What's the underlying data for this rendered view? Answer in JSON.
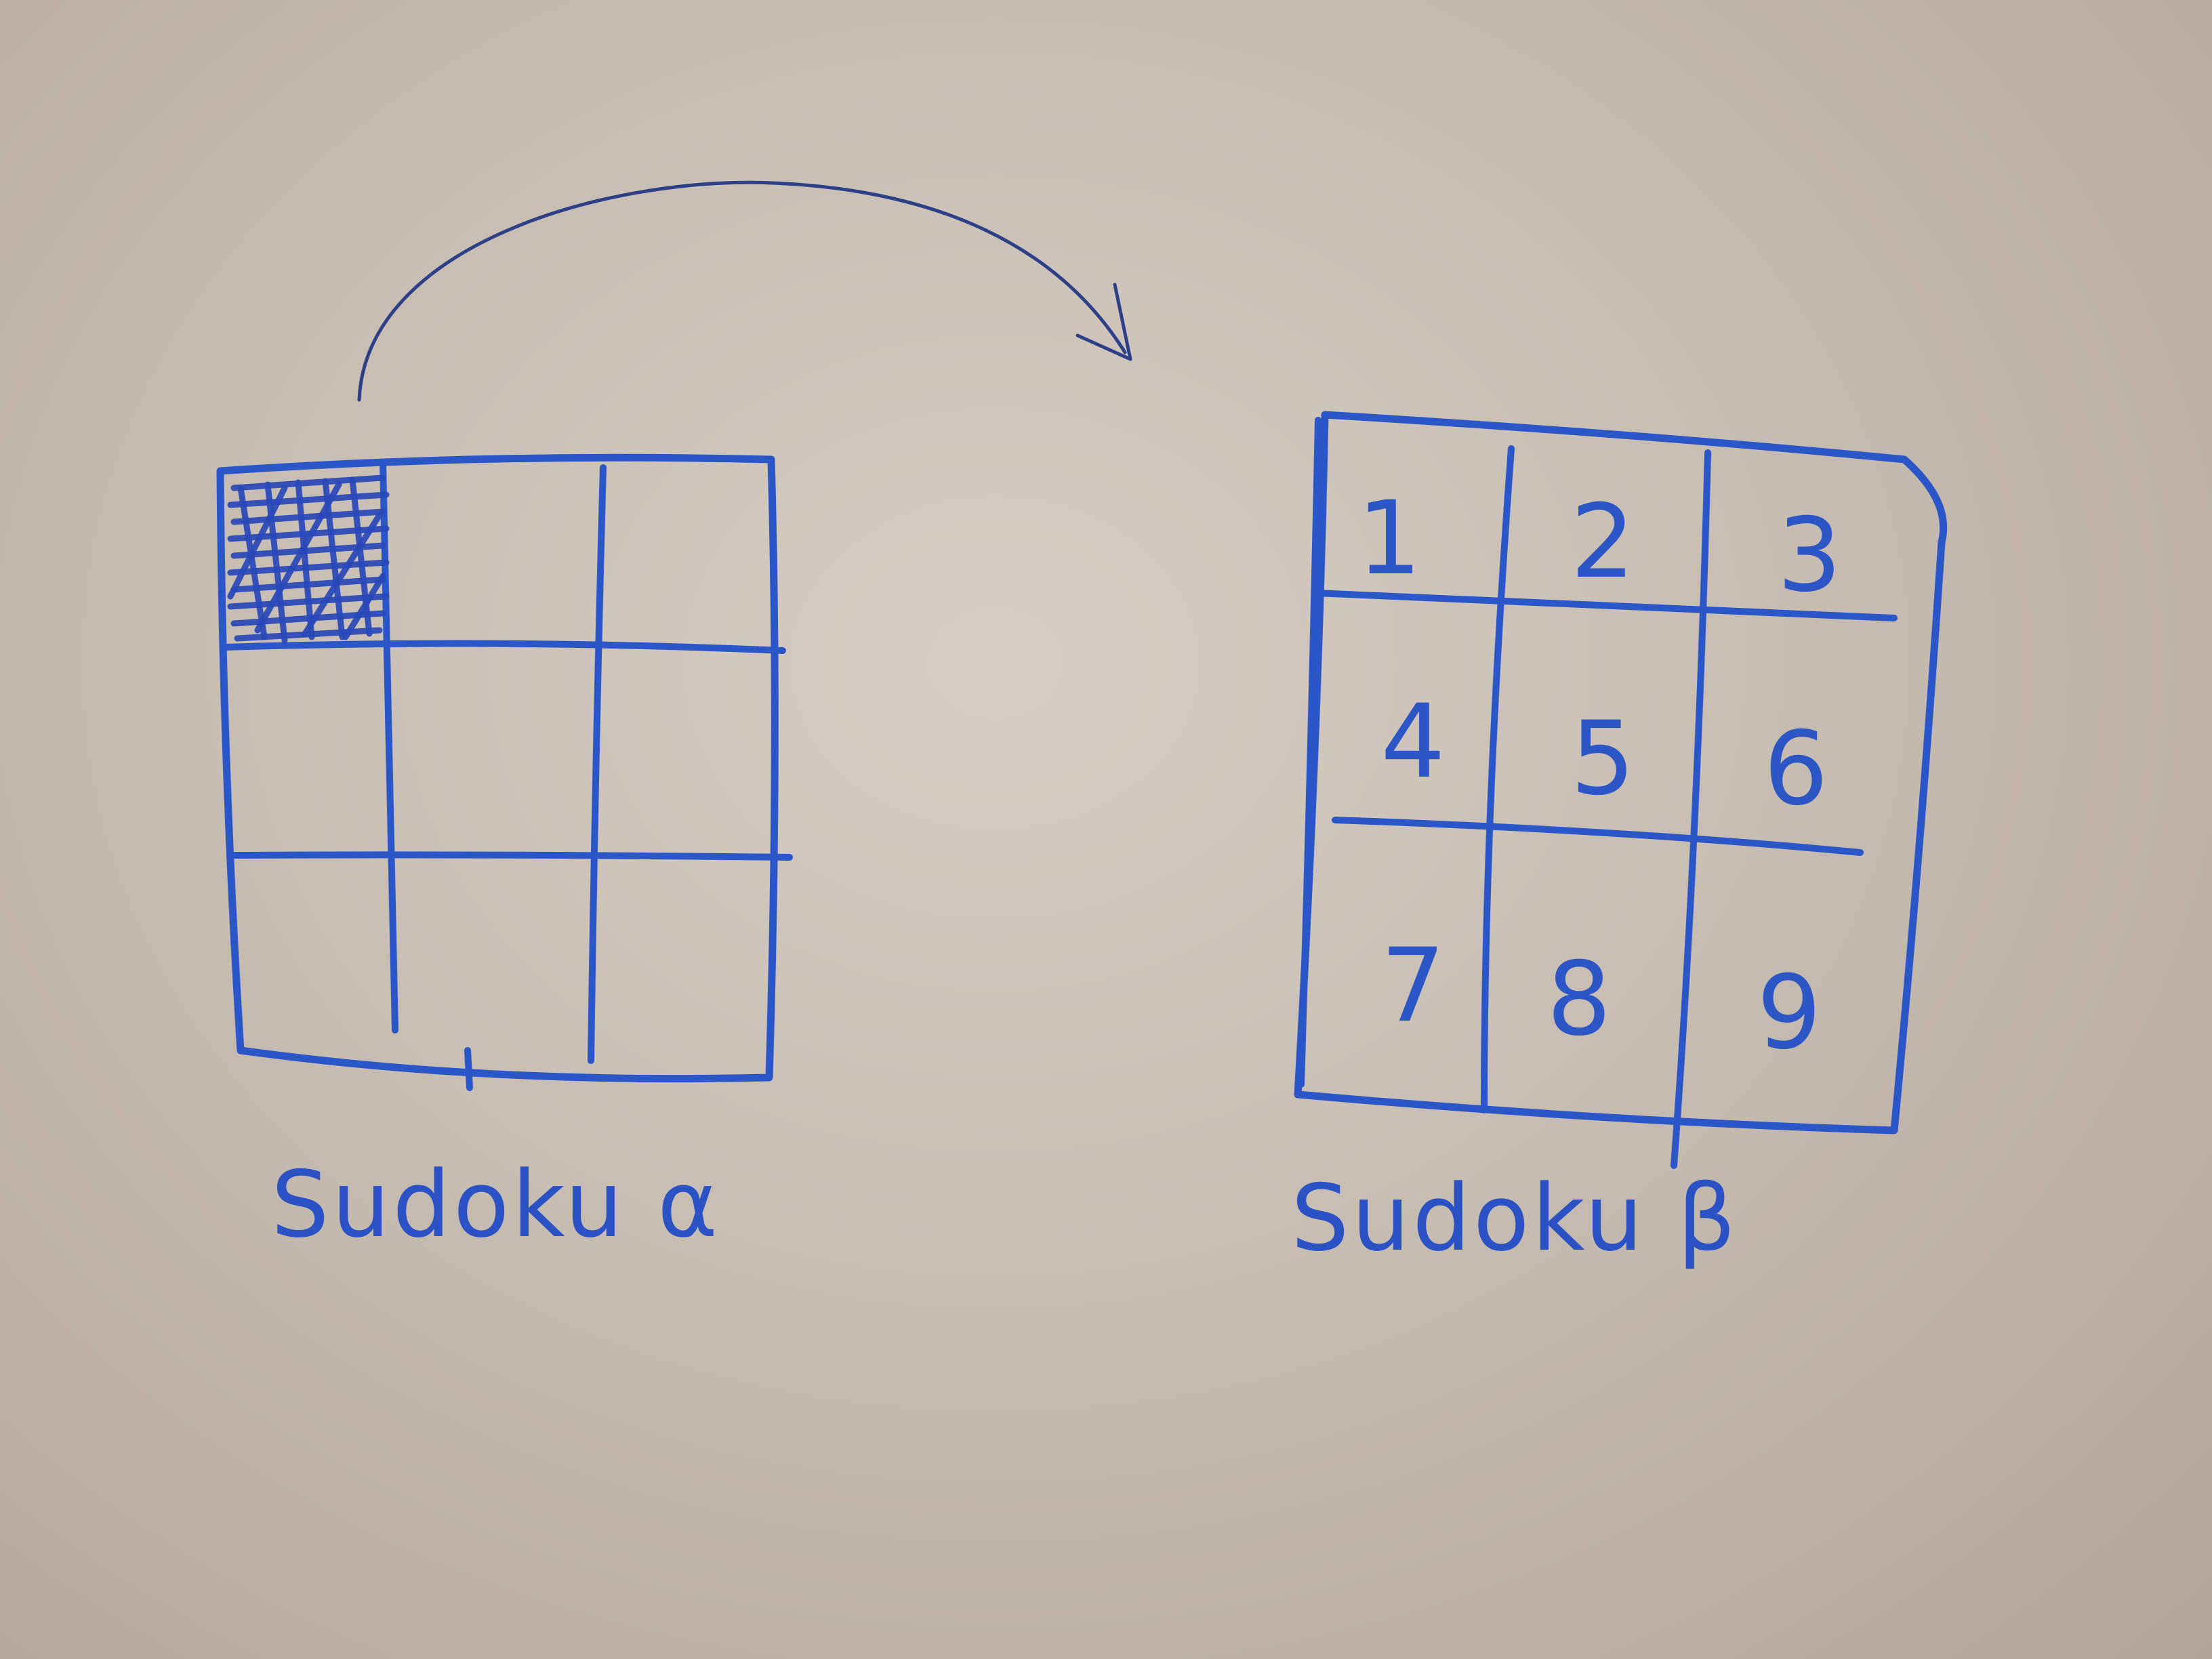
{
  "diagrams": [
    {
      "caption": "Sudoku α",
      "cells": [
        "",
        "",
        "",
        "",
        "",
        "",
        "",
        "",
        ""
      ],
      "shaded_cell_index": 0
    },
    {
      "caption": "Sudoku β",
      "cells": [
        "1",
        "2",
        "3",
        "4",
        "5",
        "6",
        "7",
        "8",
        "9"
      ]
    }
  ],
  "colors": {
    "marker_blue": "#2a56c8",
    "arrow_ink": "#2d3f86",
    "whiteboard": "#cfc6bd"
  }
}
